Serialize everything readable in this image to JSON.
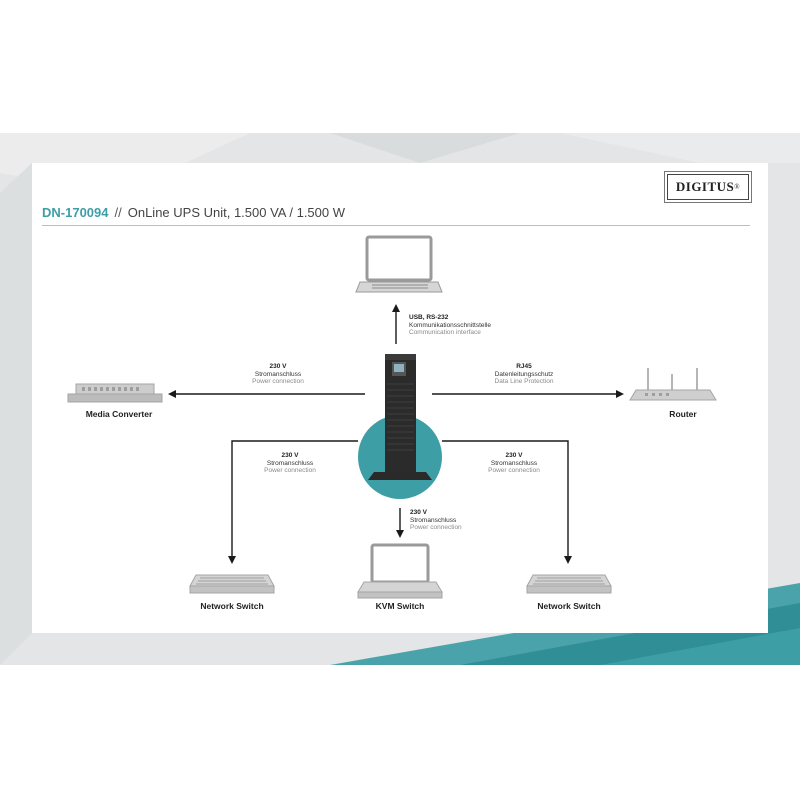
{
  "header": {
    "brand": "DIGITUS",
    "brand_mark": "®",
    "product_code": "DN-170094",
    "separator": "//",
    "product_title": "OnLine UPS Unit, 1.500 VA / 1.500 W"
  },
  "connections": {
    "top": {
      "line1": "USB, RS-232",
      "line2": "Kommunikationsschnittstelle",
      "line3": "Communication interface"
    },
    "left": {
      "line1": "230 V",
      "line2": "Stromanschluss",
      "line3": "Power connection"
    },
    "right": {
      "line1": "RJ45",
      "line2": "Datenleitungsschutz",
      "line3": "Data Line Protection"
    },
    "bottom_left": {
      "line1": "230 V",
      "line2": "Stromanschluss",
      "line3": "Power connection"
    },
    "bottom_right": {
      "line1": "230 V",
      "line2": "Stromanschluss",
      "line3": "Power connection"
    },
    "bottom": {
      "line1": "230 V",
      "line2": "Stromanschluss",
      "line3": "Power connection"
    }
  },
  "devices": {
    "media_converter": "Media Converter",
    "router": "Router",
    "network_switch_left": "Network Switch",
    "kvm_switch": "KVM Switch",
    "network_switch_right": "Network Switch"
  },
  "colors": {
    "accent": "#3e9ea6",
    "band": "#e4e6e7",
    "device": "#c9c9c9",
    "line": "#1a1a1a"
  }
}
